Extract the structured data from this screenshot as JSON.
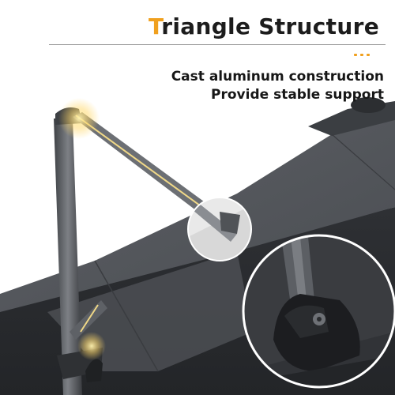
{
  "heading": {
    "first_letter": "T",
    "rest": "riangle Structure"
  },
  "features": [
    "Cast aluminum construction",
    "Provide stable support"
  ],
  "colors": {
    "accent": "#f0a01e",
    "canopy": "#54575c",
    "pole": "#5a5d62",
    "glow": "#ffd86a"
  }
}
